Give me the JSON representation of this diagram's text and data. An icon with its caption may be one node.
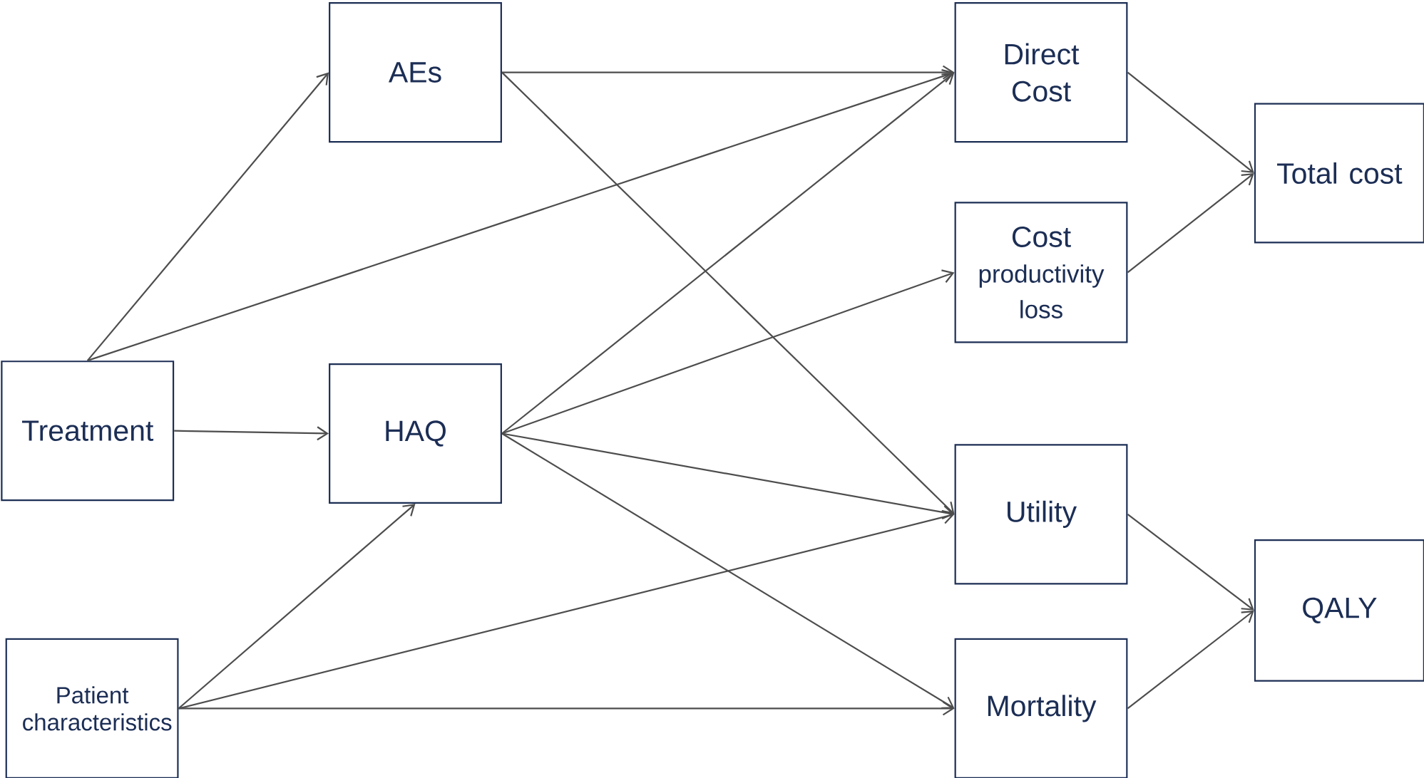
{
  "diagram": {
    "nodes": [
      {
        "text": [
          "AEs"
        ]
      },
      {
        "text": [
          "Direct Cost"
        ]
      },
      {
        "text": [
          "Treatment"
        ]
      },
      {
        "text": [
          "HAQ"
        ]
      },
      {
        "text": [
          "Cost",
          "productivity loss"
        ]
      },
      {
        "text": [
          "Total cost"
        ]
      },
      {
        "text": [
          "Utility"
        ]
      },
      {
        "text": [
          "Patient characteristics"
        ]
      },
      {
        "text": [
          "Mortality"
        ]
      },
      {
        "text": [
          "QALY"
        ]
      }
    ],
    "edges": [
      {
        "from": 2,
        "to": 0,
        "arrow": "to"
      },
      {
        "from": 2,
        "to": 1,
        "arrow": "to"
      },
      {
        "from": 2,
        "to": 3,
        "arrow": "to"
      },
      {
        "from": 0,
        "to": 1,
        "arrow": "to"
      },
      {
        "from": 0,
        "to": 6,
        "arrow": "to"
      },
      {
        "from": 3,
        "to": 1,
        "arrow": "to"
      },
      {
        "from": 3,
        "to": 4,
        "arrow": "to"
      },
      {
        "from": 3,
        "to": 6,
        "arrow": "to"
      },
      {
        "from": 3,
        "to": 8,
        "arrow": "to"
      },
      {
        "from": 7,
        "to": 3,
        "arrow": "to"
      },
      {
        "from": 7,
        "to": 6,
        "arrow": "to"
      },
      {
        "from": 7,
        "to": 8,
        "arrow": "to"
      },
      {
        "from": 1,
        "to": 5,
        "arrow": "to"
      },
      {
        "from": 4,
        "to": 5,
        "arrow": "to"
      },
      {
        "from": 6,
        "to": 9,
        "arrow": "to"
      },
      {
        "from": 8,
        "to": 9,
        "arrow": "to"
      }
    ]
  }
}
